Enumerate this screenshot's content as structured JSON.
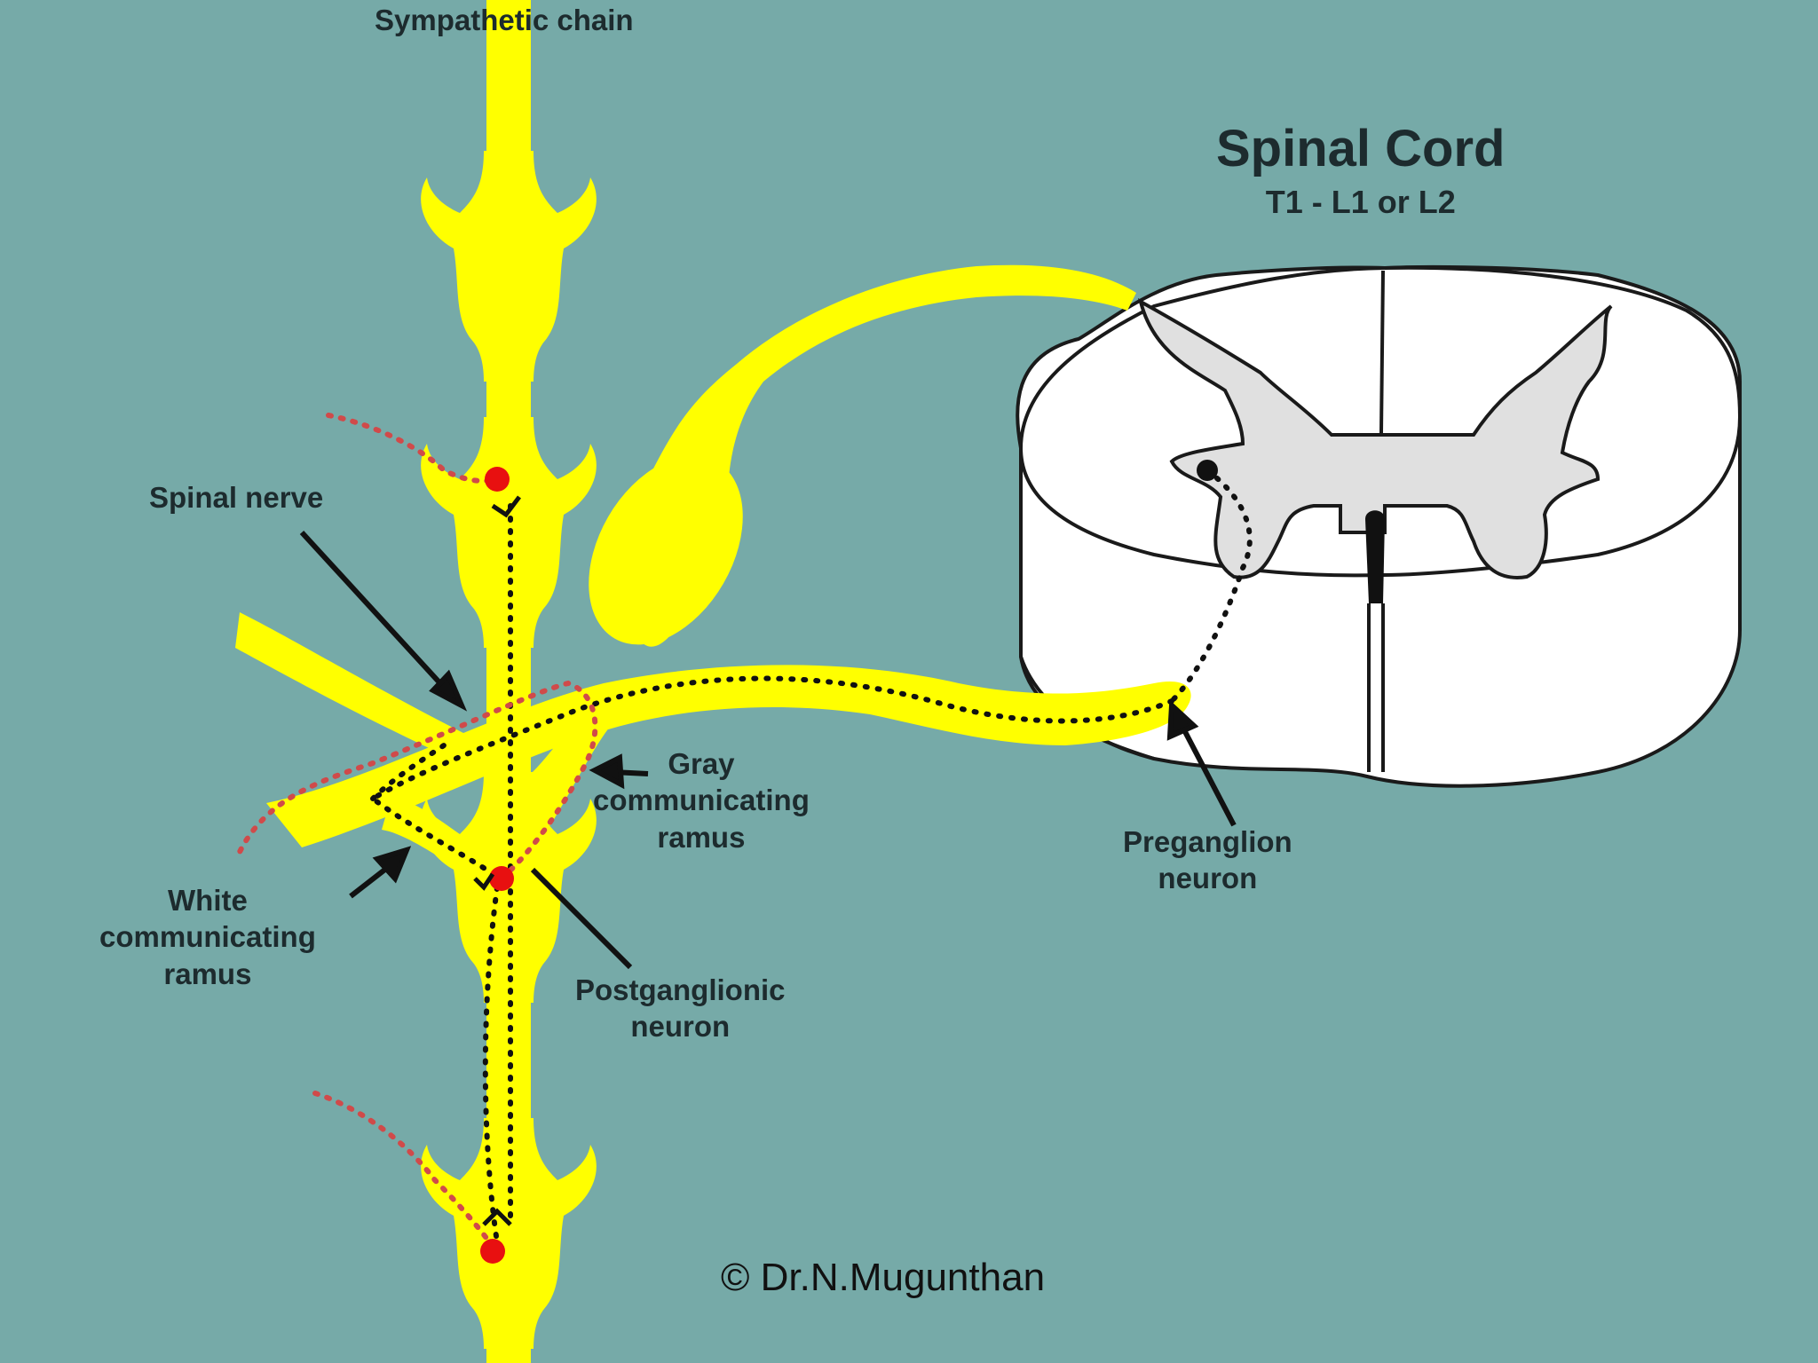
{
  "labels": {
    "sympathetic_chain": "Sympathetic chain",
    "spinal_cord_title": "Spinal Cord",
    "spinal_cord_levels": "T1 - L1 or L2",
    "spinal_nerve": "Spinal nerve",
    "gray_ramus": [
      "Gray",
      "communicating",
      "ramus"
    ],
    "white_ramus": [
      "White",
      "communicating",
      "ramus"
    ],
    "postganglionic": [
      "Postganglionic",
      "neuron"
    ],
    "preganglion": [
      "Preganglion",
      "neuron"
    ]
  },
  "copyright": "© Dr.N.Mugunthan",
  "colors": {
    "background": "#76aaa8",
    "nerve_yellow": "#ffff00",
    "nerve_outline": "#b7a800",
    "cord_white": "#ffffff",
    "gray_matter": "#e0e0e0",
    "preganglionic_dots": "#111111",
    "postganglionic_dots": "#d04a4a",
    "cell_body": "#e81010"
  }
}
